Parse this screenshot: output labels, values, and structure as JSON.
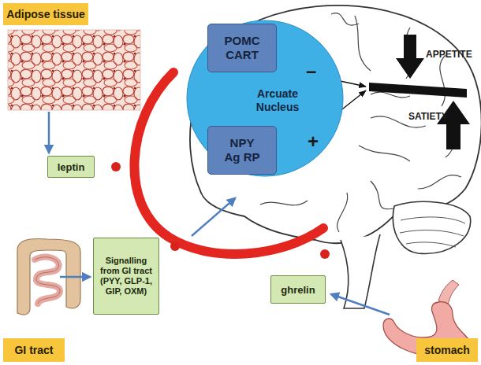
{
  "diagram": {
    "nodes": [
      {
        "text": [
          "Adipose tissue"
        ]
      },
      {
        "text": [
          "leptin"
        ]
      },
      {
        "text": [
          "Arcuate Nucleus"
        ]
      },
      {
        "text": [
          "POMC CART"
        ],
        "in": 2
      },
      {
        "text": [
          "NPY Ag RP"
        ],
        "in": 2
      },
      {
        "text": [
          "Signalling from GI tract (PYY, GLP-1, GIP, OXM)"
        ]
      },
      {
        "text": [
          "ghrelin"
        ]
      },
      {
        "text": [
          "GI tract"
        ]
      },
      {
        "text": [
          "stomach"
        ]
      }
    ],
    "labels": [
      "APPETITE",
      "SATIETY",
      "–",
      "+"
    ]
  }
}
